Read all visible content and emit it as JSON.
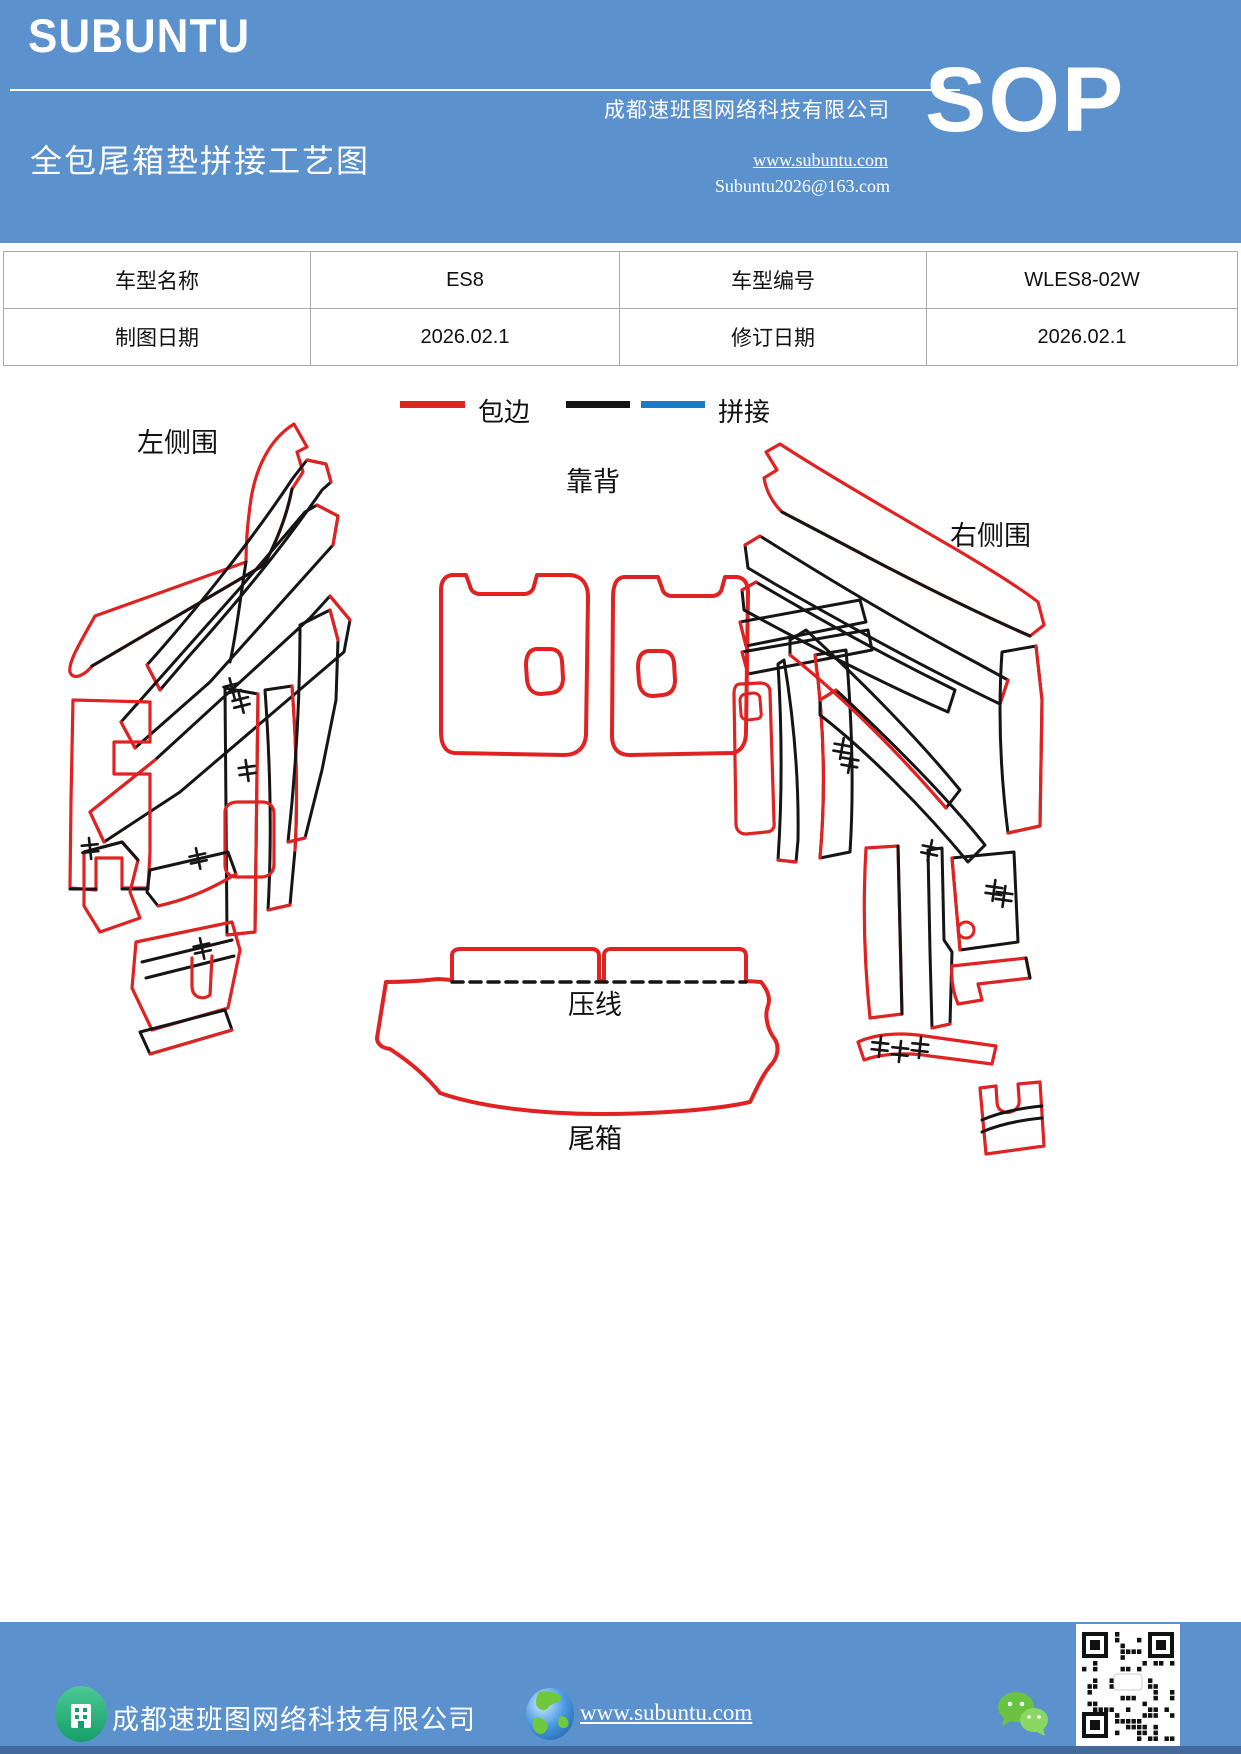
{
  "header": {
    "logo": "SUBUNTU",
    "company": "成都速班图网络科技有限公司",
    "sop_badge": "SOP",
    "title": "全包尾箱垫拼接工艺图",
    "website": "www.subuntu.com",
    "email": "Subuntu2026@163.com"
  },
  "info_table": {
    "rows": [
      {
        "c0": "车型名称",
        "c1": "ES8",
        "c2": "车型编号",
        "c3": "WLES8-02W"
      },
      {
        "c0": "制图日期",
        "c1": "2026.02.1",
        "c2": "修订日期",
        "c3": "2026.02.1"
      }
    ]
  },
  "legend": {
    "binding_label": "包边",
    "splice_label": "拼接",
    "binding_color": "#e02222",
    "splice_colors": [
      "#151515",
      "#1a7bc4"
    ]
  },
  "diagram": {
    "labels": {
      "left_side": "左侧围",
      "backrest": "靠背",
      "right_side": "右侧围",
      "press_line": "压线",
      "trunk": "尾箱"
    },
    "line_colors": {
      "binding": "#e02222",
      "splice": "#151515"
    }
  },
  "footer": {
    "company": "成都速班图网络科技有限公司",
    "website": "www.subuntu.com"
  }
}
